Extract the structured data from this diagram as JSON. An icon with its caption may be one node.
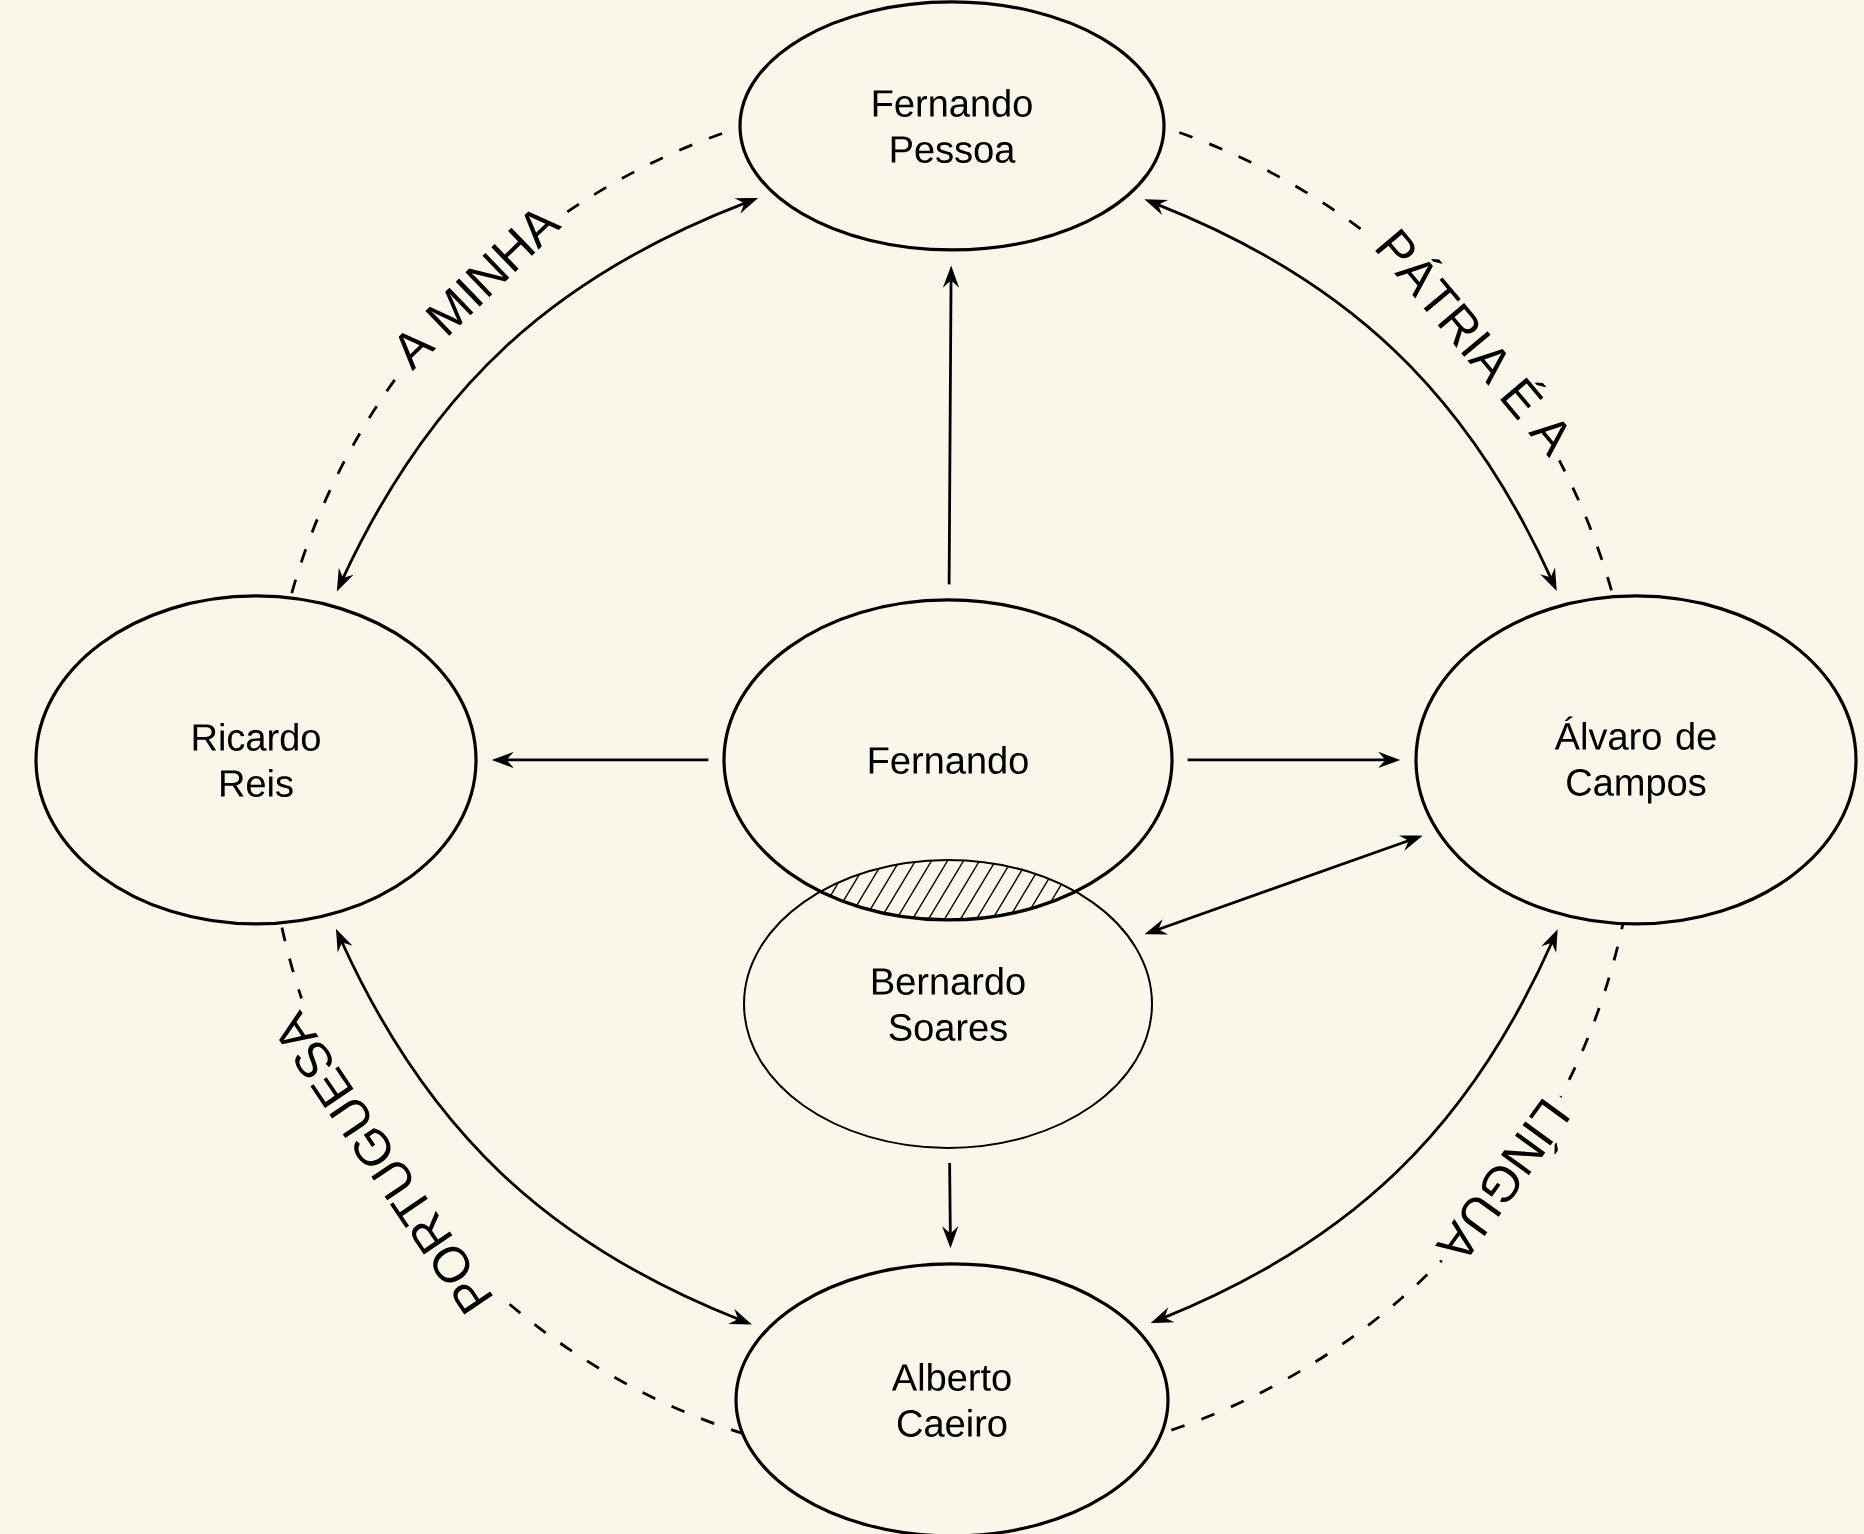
{
  "diagram": {
    "nodes": [
      {
        "text": [
          "Fernando Pessoa"
        ]
      },
      {
        "text": [
          "Ricardo Reis"
        ]
      },
      {
        "text": [
          "Fernando"
        ]
      },
      {
        "text": [
          "Bernardo Soares"
        ]
      },
      {
        "text": [
          "Álvaro de Campos"
        ]
      },
      {
        "text": [
          "Alberto Caeiro"
        ]
      }
    ],
    "edges": [
      {
        "from": 2,
        "to": 0,
        "arrow": "to"
      },
      {
        "from": 2,
        "to": 1,
        "arrow": "to"
      },
      {
        "from": 2,
        "to": 4,
        "arrow": "to"
      },
      {
        "from": 3,
        "to": 4,
        "arrow": "both"
      },
      {
        "from": 3,
        "to": 5,
        "arrow": "to"
      },
      {
        "from": 0,
        "to": 1,
        "arrow": "both"
      },
      {
        "from": 0,
        "to": 4,
        "arrow": "both"
      },
      {
        "from": 1,
        "to": 5,
        "arrow": "both"
      },
      {
        "from": 4,
        "to": 5,
        "arrow": "both"
      }
    ],
    "labels": [
      "A MINHA",
      "PÁTRIA É A",
      "LÍNGUA",
      "PORTUGUESA"
    ]
  }
}
